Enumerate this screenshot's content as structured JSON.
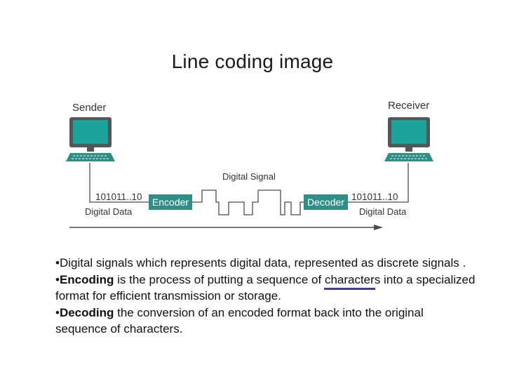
{
  "title": "Line coding image",
  "diagram": {
    "sender_label": "Sender",
    "receiver_label": "Receiver",
    "signal_label": "Digital Signal",
    "encoder_label": "Encoder",
    "decoder_label": "Decoder",
    "sender_bits": "101011..10",
    "receiver_bits": "101011..10",
    "sender_data_label": "Digital Data",
    "receiver_data_label": "Digital Data",
    "colors": {
      "box_fill": "#2f8f87",
      "screen": "#1aa39a",
      "monitor_frame": "#555555",
      "line": "#4a4a4a"
    }
  },
  "bullets": {
    "b1_text": "•Digital signals which represents digital data, represented as discrete signals .",
    "b2_prefix": "•",
    "b2_bold": "Encoding",
    "b2_mid": " is the process of putting a sequence of ",
    "b2_underlined": "character",
    "b2_rest": "s  into a specialized format for efficient transmission or storage.",
    "b3_prefix": "•",
    "b3_bold": "Decoding",
    "b3_rest": "  the conversion of an encoded format back into the original sequence of characters."
  }
}
